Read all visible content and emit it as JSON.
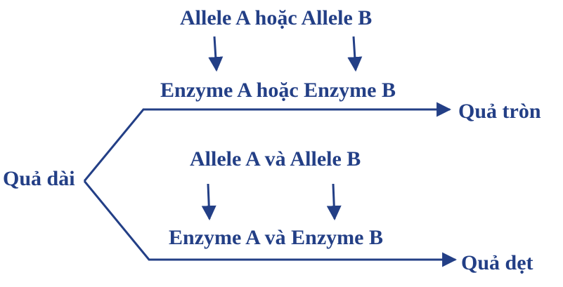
{
  "start": "Quả dài",
  "upper": {
    "alleles": "Allele A hoặc Allele B",
    "enzymes": "Enzyme A hoặc Enzyme B",
    "outcome": "Quả tròn"
  },
  "lower": {
    "alleles": "Allele A và Allele B",
    "enzymes": "Enzyme A và Enzyme B",
    "outcome": "Quả dẹt"
  },
  "colors": {
    "ink": "#233f86"
  }
}
